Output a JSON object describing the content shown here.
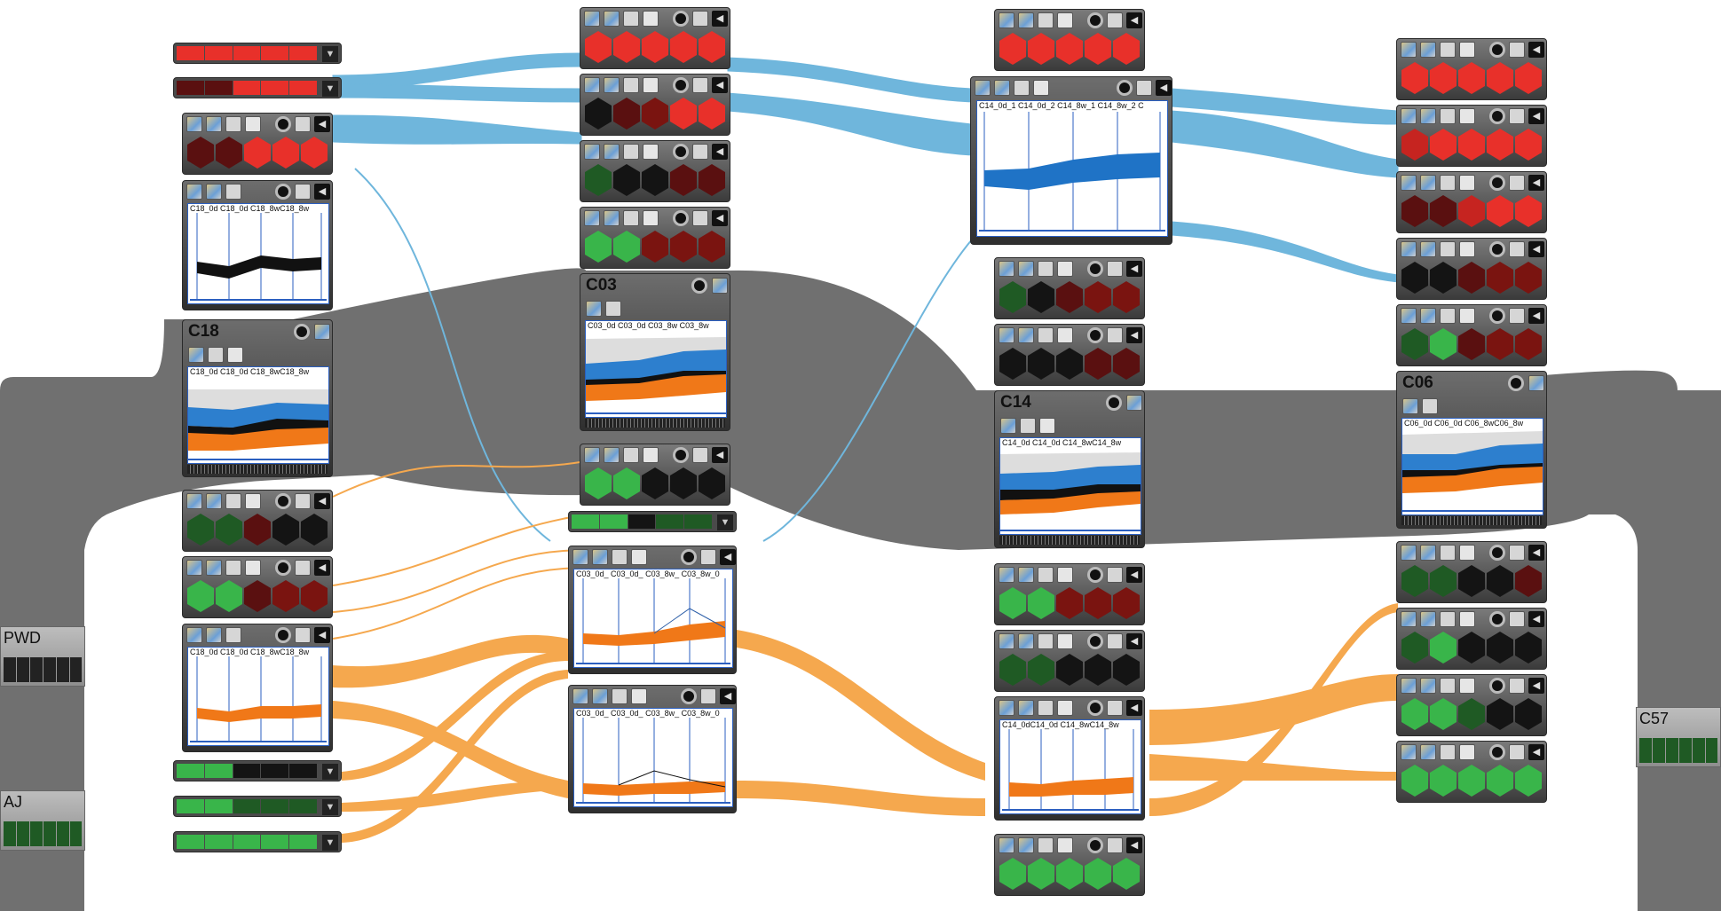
{
  "colors": {
    "blue_flow": "#6fb6dc",
    "orange_flow": "#f5a84e",
    "gray_band": "#707070",
    "red": "#e8302a",
    "darkred": "#7a1410",
    "black": "#141414",
    "darkgreen": "#1f5a24",
    "green": "#39b54a",
    "maroon": "#5a1010"
  },
  "strains": {
    "pwd": "PWD",
    "aj": "AJ",
    "c57": "C57"
  },
  "clusters": {
    "c18": {
      "title": "C18",
      "labels": "C18_0d C18_0d C18_8wC18_8w"
    },
    "c03": {
      "title": "C03",
      "labels": "C03_0d C03_0d C03_8w C03_8w"
    },
    "c14": {
      "title": "C14",
      "labels": "C14_0d C14_0d C14_8wC14_8w"
    },
    "c06": {
      "title": "C06",
      "labels": "C06_0d C06_0d C06_8wC06_8w"
    }
  },
  "plots": {
    "col1_blue": "C18_0d C18_0d C18_8wC18_8w",
    "col1_orange": "C18_0d C18_0d C18_8wC18_8w",
    "col2_top": "C03_0d_ C03_0d_ C03_8w_ C03_8w_0",
    "col2_bottom": "C03_0d_ C03_0d_ C03_8w_ C03_8w_0",
    "col3_blue": "C14_0d_1 C14_0d_2 C14_8w_1 C14_8w_2 C",
    "col3_orange": "C14_0dC14_0d C14_8wC14_8w"
  }
}
